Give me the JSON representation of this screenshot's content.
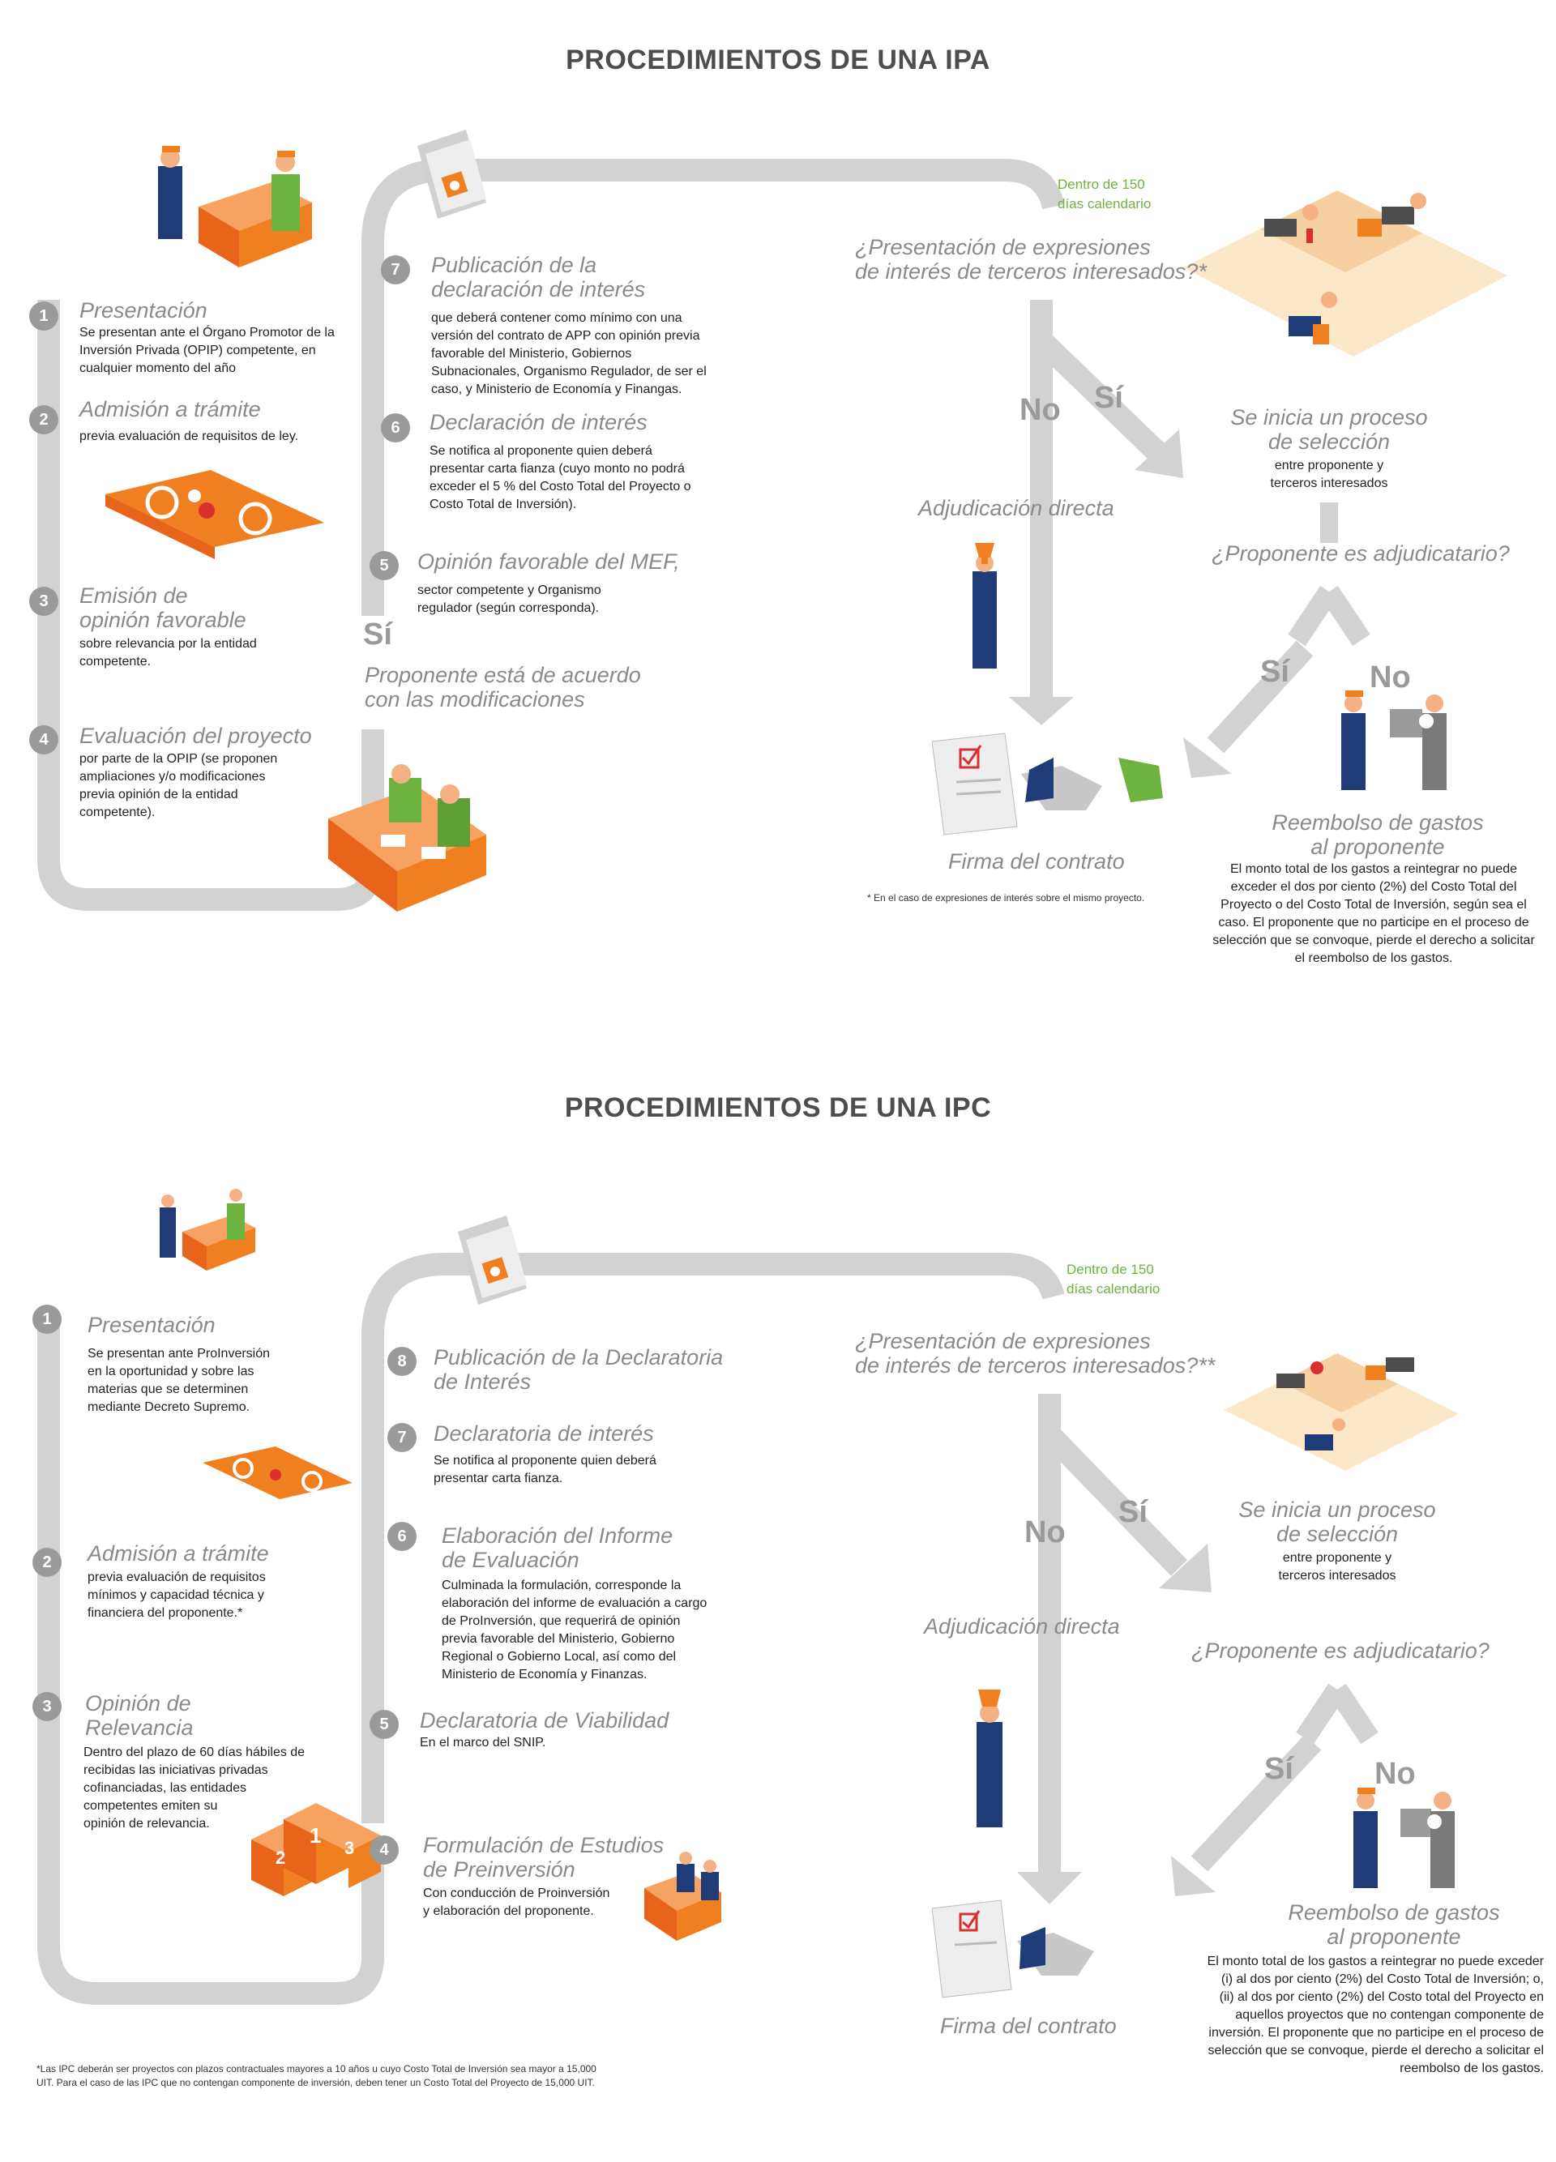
{
  "ipa": {
    "title": "PROCEDIMIENTOS DE UNA IPA",
    "steps": [
      {
        "num": "1",
        "title": "Presentación",
        "desc": "Se presentan ante el Órgano Promotor de la\nInversión Privada (OPIP) competente, en\ncualquier momento del año"
      },
      {
        "num": "2",
        "title": "Admisión a trámite",
        "desc": "previa evaluación de requisitos de ley."
      },
      {
        "num": "3",
        "title": "Emisión de\nopinión favorable",
        "desc": "sobre relevancia por la entidad\ncompetente."
      },
      {
        "num": "4",
        "title": "Evaluación del proyecto",
        "desc": "por parte de la OPIP (se proponen\nampliaciones y/o modificaciones\nprevia opinión de la entidad\ncompetente)."
      },
      {
        "num": "5",
        "title": "Opinión favorable del MEF,",
        "desc": "sector competente y Organismo\nregulador (según corresponda)."
      },
      {
        "num": "6",
        "title": "Declaración de interés",
        "desc": "Se notifica al proponente quien deberá\npresentar carta fianza (cuyo monto no podrá\nexceder el 5 % del Costo Total del Proyecto o\nCosto Total de Inversión)."
      },
      {
        "num": "7",
        "title": "Publicación de la\ndeclaración de interés",
        "desc": "que deberá contener como mínimo con una\nversión del contrato de APP con opinión previa\nfavorable del Ministerio, Gobiernos\nSubnacionales, Organismo Regulador, de ser el\ncaso, y Ministerio de Economía y Finangas."
      }
    ],
    "si_label": "Sí",
    "proponente_acuerdo": "Proponente está de acuerdo\ncon las modificaciones",
    "dentro": "Dentro de 150\ndías calendario",
    "presentacion_q": "¿Presentación de expresiones\nde interés de terceros interesados?*",
    "no_label": "No",
    "si_label2": "Sí",
    "adjudicacion": "Adjudicación directa",
    "inicia_title": "Se inicia un proceso\nde selección",
    "inicia_desc": "entre proponente y\nterceros interesados",
    "proponente_q": "¿Proponente es adjudicatario?",
    "si_label3": "Sí",
    "no_label2": "No",
    "firma": "Firma del contrato",
    "reembolso_title": "Reembolso de gastos\nal proponente",
    "reembolso_desc": "El monto total de los gastos a reintegrar no puede\nexceder el dos por ciento (2%) del Costo Total del\nProyecto o del Costo Total de Inversión, según sea el\ncaso. El proponente que no participe en el proceso de\nselección que se convoque, pierde el derecho a solicitar\nel reembolso de los gastos.",
    "footnote": "* En el caso de expresiones de interés sobre el mismo proyecto."
  },
  "ipc": {
    "title": "PROCEDIMIENTOS DE UNA IPC",
    "steps": [
      {
        "num": "1",
        "title": "Presentación",
        "desc": "Se presentan ante ProInversión\nen la oportunidad y sobre las\nmaterias que se determinen\nmediante Decreto Supremo."
      },
      {
        "num": "2",
        "title": "Admisión a trámite",
        "desc": "previa evaluación de requisitos\nmínimos y capacidad técnica y\nfinanciera del proponente.*"
      },
      {
        "num": "3",
        "title": "Opinión de\nRelevancia",
        "desc": "Dentro del plazo de 60 días hábiles de\nrecibidas las iniciativas privadas\ncofinanciadas, las entidades\ncompetentes emiten su\nopinión de relevancia."
      },
      {
        "num": "4",
        "title": "Formulación de Estudios\nde Preinversión",
        "desc": "Con conducción de Proinversión\ny elaboración del proponente."
      },
      {
        "num": "5",
        "title": "Declaratoria de Viabilidad",
        "desc": "En el marco del SNIP."
      },
      {
        "num": "6",
        "title": "Elaboración del Informe\nde Evaluación",
        "desc": "Culminada la formulación, corresponde la\nelaboración del informe de evaluación a cargo\nde ProInversión, que requerirá de opinión\nprevia favorable del Ministerio, Gobierno\nRegional o Gobierno Local, así como del\nMinisterio de Economía y Finanzas."
      },
      {
        "num": "7",
        "title": "Declaratoria de interés",
        "desc": "Se notifica al proponente quien deberá\npresentar carta fianza."
      },
      {
        "num": "8",
        "title": "Publicación de la Declaratoria\nde Interés",
        "desc": ""
      }
    ],
    "dentro": "Dentro de 150\ndías calendario",
    "presentacion_q": "¿Presentación de expresiones\nde interés de terceros interesados?**",
    "no_label": "No",
    "si_label": "Sí",
    "adjudicacion": "Adjudicación directa",
    "inicia_title": "Se inicia un proceso\nde selección",
    "inicia_desc": "entre proponente y\nterceros interesados",
    "proponente_q": "¿Proponente es adjudicatario?",
    "si_label2": "Sí",
    "no_label2": "No",
    "firma": "Firma del contrato",
    "reembolso_title": "Reembolso de gastos\nal proponente",
    "reembolso_desc": "El monto total de los gastos a reintegrar no puede exceder\n(i) al dos por ciento (2%) del Costo Total de Inversión; o,\n(ii) al dos por ciento (2%) del Costo total del Proyecto en\naquellos proyectos que no contengan componente de\ninversión. El proponente que no participe en el proceso de\nselección que se convoque, pierde el derecho a solicitar el\nreembolso de los gastos.",
    "podium": [
      "2",
      "1",
      "3"
    ],
    "footnote": "*Las IPC deberán ser proyectos con plazos contractuales mayores a 10 años u cuyo Costo Total de Inversión sea mayor a 15,000\nUIT. Para el caso de las IPC que no contengan componente de inversión, deben tener un Costo Total del Proyecto de 15,000 UIT."
  },
  "colors": {
    "gray_path": "#cfcfcf",
    "orange": "#f07f1f",
    "green": "#6db33f",
    "text_gray": "#8a8a8a"
  }
}
